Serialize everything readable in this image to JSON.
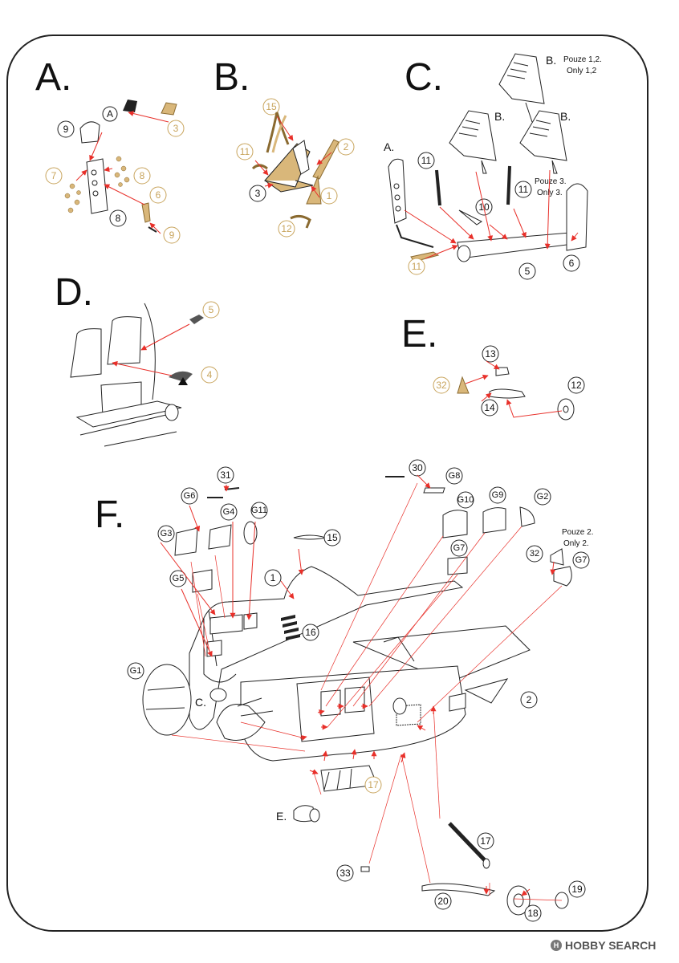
{
  "sections": {
    "a": "A.",
    "b": "B.",
    "c": "C.",
    "d": "D.",
    "e": "E.",
    "f": "F."
  },
  "callouts": {
    "a_A": "A",
    "a_9": "9",
    "a_8": "8",
    "a_3": "3",
    "a_7": "7",
    "a_8t": "8",
    "a_6": "6",
    "a_9t": "9",
    "b_15": "15",
    "b_11": "11",
    "b_3": "3",
    "b_2": "2",
    "b_1": "1",
    "b_12": "12",
    "c_11a": "11",
    "c_11b": "11",
    "c_10": "10",
    "c_5": "5",
    "c_6": "6",
    "c_11t": "11",
    "d_5": "5",
    "d_4": "4",
    "e_13": "13",
    "e_32": "32",
    "e_14": "14",
    "e_12": "12",
    "f_31": "31",
    "f_30": "30",
    "f_G6": "G6",
    "f_G4": "G4",
    "f_G11": "G11",
    "f_G8": "G8",
    "f_G10": "G10",
    "f_G9": "G9",
    "f_G2": "G2",
    "f_G3": "G3",
    "f_G5": "G5",
    "f_G7": "G7",
    "f_G7b": "G7",
    "f_G1": "G1",
    "f_15": "15",
    "f_1": "1",
    "f_16": "16",
    "f_32": "32",
    "f_2": "2",
    "f_17": "17",
    "f_17t": "17",
    "f_33": "33",
    "f_20": "20",
    "f_18": "18",
    "f_19": "19"
  },
  "labels": {
    "c_B1": "B.",
    "c_pouze12": "Pouze 1,2.",
    "c_only12": "Only 1,2",
    "c_B2": "B.",
    "c_B3": "B.",
    "c_A": "A.",
    "c_pouze3": "Pouze 3.",
    "c_only3": "Only 3.",
    "f_pouze2": "Pouze 2.",
    "f_only2": "Only 2.",
    "f_C": "C.",
    "f_E": "E."
  },
  "watermark": {
    "logo": "H",
    "text": "HOBBY SEARCH"
  },
  "colors": {
    "arrow": "#e8302a",
    "tan": "#c8a45c",
    "line": "#222",
    "part_tan": "#d9b77a"
  }
}
